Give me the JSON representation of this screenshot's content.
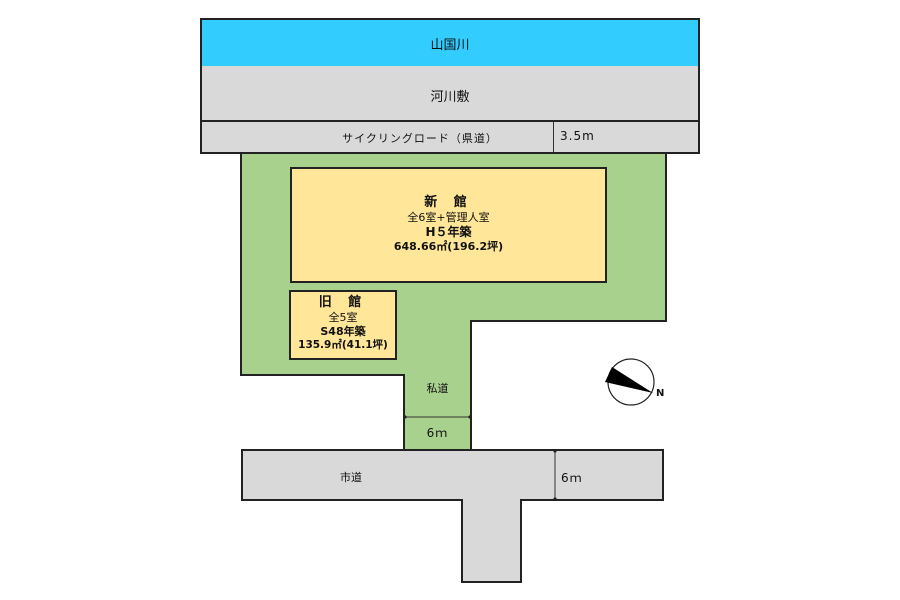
{
  "colors": {
    "river": "#33CCFF",
    "road_gray": "#D9D9D9",
    "lot_green": "#A9D18E",
    "building_yellow": "#FFE699",
    "outline": "#222222"
  },
  "top_bands": {
    "river_label": "山国川",
    "riverbed_label": "河川敷",
    "cycling_road_label": "サイクリングロード（県道）",
    "cycling_road_width": "3.5m"
  },
  "new_building": {
    "title": "新 館",
    "rooms": "全6室+管理人室",
    "built": "H５年築",
    "area": "648.66㎡(196.2坪)"
  },
  "old_building": {
    "title": "旧 館",
    "rooms": "全5室",
    "built": "S48年築",
    "area": "135.9㎡(41.1坪)"
  },
  "private_road": {
    "label": "私道",
    "width": "6ｍ"
  },
  "city_road": {
    "label": "市道",
    "width": "6ｍ"
  },
  "compass": {
    "north_label": "N"
  }
}
